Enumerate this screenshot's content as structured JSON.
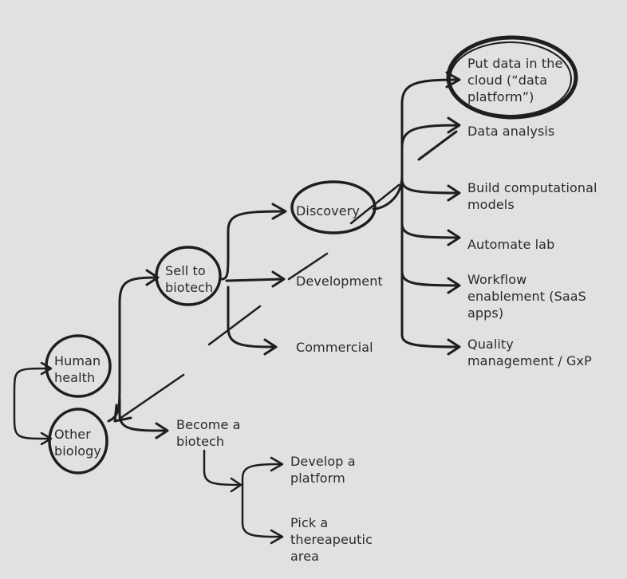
{
  "diagram": {
    "nodes": {
      "human_health": "Human\nhealth",
      "other_biology": "Other\nbiology",
      "sell_to_biotech": "Sell to\nbiotech",
      "become_a_biotech": "Become a\nbiotech",
      "discovery": "Discovery",
      "development": "Development",
      "commercial": "Commercial",
      "develop_a_platform": "Develop a\nplatform",
      "pick_a_therapeutic_area": "Pick a\nthereapeutic\narea",
      "put_data_in_cloud": "Put data in the\ncloud (“data\nplatform”)",
      "data_analysis": "Data analysis",
      "build_computational_models": "Build computational\nmodels",
      "automate_lab": "Automate lab",
      "workflow_enablement": "Workflow\nenablement (SaaS\napps)",
      "quality_management": "Quality\nmanagement / GxP"
    },
    "ink_color": "#1e1e1e",
    "background_color": "#e1e1e1"
  }
}
